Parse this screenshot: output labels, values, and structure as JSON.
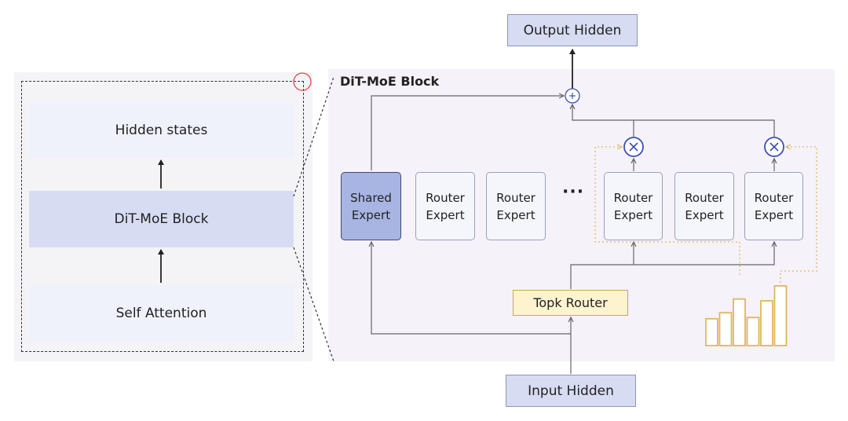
{
  "left": {
    "hidden_states": "Hidden states",
    "dit_moe_block": "DiT-MoE Block",
    "self_attention": "Self  Attention"
  },
  "right": {
    "title": "DiT-MoE Block",
    "output_hidden": "Output Hidden",
    "input_hidden": "Input Hidden",
    "topk_router": "Topk Router",
    "ellipsis": "···",
    "experts": [
      {
        "label": "Shared\nExpert"
      },
      {
        "label": "Router\nExpert"
      },
      {
        "label": "Router\nExpert"
      },
      {
        "label": "Router\nExpert"
      },
      {
        "label": "Router\nExpert"
      },
      {
        "label": "Router\nExpert"
      }
    ]
  },
  "bars": [
    0.45,
    0.55,
    0.78,
    0.47,
    0.75,
    1.0
  ],
  "colors": {
    "io_fill": "#d7dcf2",
    "shared_fill": "#a8b5e3",
    "router_fill": "#fdf3cf",
    "bar_stroke": "#dfb75a",
    "gate_stroke": "#3d4fb5"
  }
}
